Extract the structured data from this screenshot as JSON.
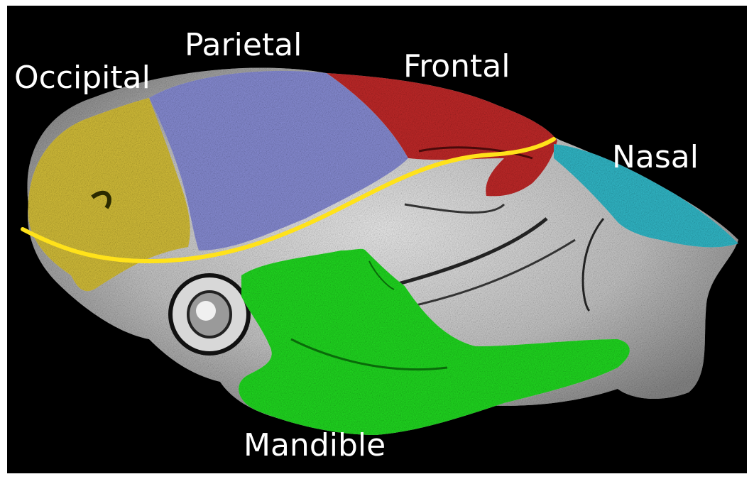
{
  "labels": {
    "occipital": "Occipital",
    "parietal": "Parietal",
    "frontal": "Frontal",
    "nasal": "Nasal",
    "mandible": "Mandible"
  },
  "colors": {
    "background": "#000000",
    "occipital": "#d8c23a",
    "parietal": "#8a8fd8",
    "frontal": "#c42a2a",
    "nasal": "#33bccc",
    "mandible": "#22dd22",
    "midline": "#ffe21a",
    "skull": "#c8c8c8"
  }
}
